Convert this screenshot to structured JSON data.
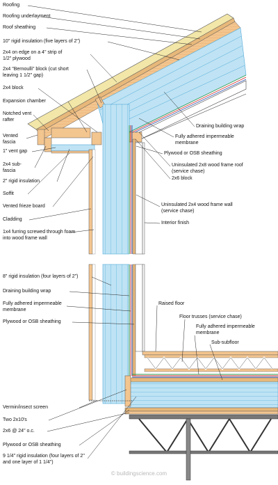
{
  "labels_left_top": {
    "roofing": "Roofing",
    "roofing_underlayment": "Roofing underlayment",
    "roof_sheathing": "Roof sheathing",
    "rigid_insulation_10": "10\" rigid insulation (five layers of 2\")",
    "edge_2x4_l1": "2x4 on edge on a 4\" strip of",
    "edge_2x4_l2": "1/2\" plywood",
    "bernoulli_l1": "2x4 \"Bernoulli\" block (cut short",
    "bernoulli_l2": "leaving 1 1/2\" gap)",
    "block_2x4": "2x4 block",
    "expansion_chamber": "Expansion chamber",
    "notched_vent_l1": "Notched vent",
    "notched_vent_l2": "rafter",
    "vented_fascia_l1": "Vented",
    "vented_fascia_l2": "fascia",
    "vent_gap": "1\" vent gap",
    "sub_fascia_l1": "2x4 sub-",
    "sub_fascia_l2": "fascia",
    "rigid_insulation_2": "2\" rigid insulation",
    "soffit": "Soffit",
    "vented_frieze": "Vented frieze board",
    "cladding": "Cladding",
    "furring_l1": "1x4 furring screwed through foam",
    "furring_l2": "into wood frame wall"
  },
  "labels_right_top": {
    "draining_wrap": "Draining building wrap",
    "adhered_l1": "Fully adhered impermeable",
    "adhered_l2": "membrane",
    "sheathing": "Plywood or OSB sheathing",
    "roof_l1": "Uninsulated 2x8 wood frame roof",
    "roof_l2": "(service chase)",
    "block_2x6": "2x6 block",
    "wall_l1": "Uninsulated 2x4 wood frame wall",
    "wall_l2": "(service chase)",
    "interior_finish": "Interior finish"
  },
  "labels_left_bottom": {
    "rigid_insulation_8": "8\" rigid insulation (four layers of 2\")",
    "draining_wrap": "Draining building wrap",
    "adhered_l1": "Fully adhered impermeable",
    "adhered_l2": "membrane",
    "sheathing": "Plywood or OSB sheathing",
    "vermin": "Vermin/insect screen",
    "two_2x10": "Two 2x10's",
    "oc_2x6": "2x6 @ 24\" o.c.",
    "sheathing2": "Plywood or OSB sheathing",
    "rigid_9_l1": "9 1/4\" rigid insulation (four layers of 2\"",
    "rigid_9_l2": "and one layer of 1 1/4\")"
  },
  "labels_right_bottom": {
    "raised_floor": "Raised floor",
    "floor_trusses": "Floor trusses (service chase)",
    "adhered_l1": "Fully adhered impermeable",
    "adhered_l2": "membrane",
    "sub_subfloor": "Sub-subfloor"
  },
  "credit": "© buildingscience.com",
  "colors": {
    "insulation": "#bfe3f4",
    "insulation_line": "#5fb4df",
    "wood": "#f3c58f",
    "wood_dark": "#d8893f",
    "roofing": "#f2e6a8",
    "membrane_green": "#2f9a4a",
    "membrane_red": "#cc2b2b",
    "membrane_blue": "#2d4fa8"
  }
}
